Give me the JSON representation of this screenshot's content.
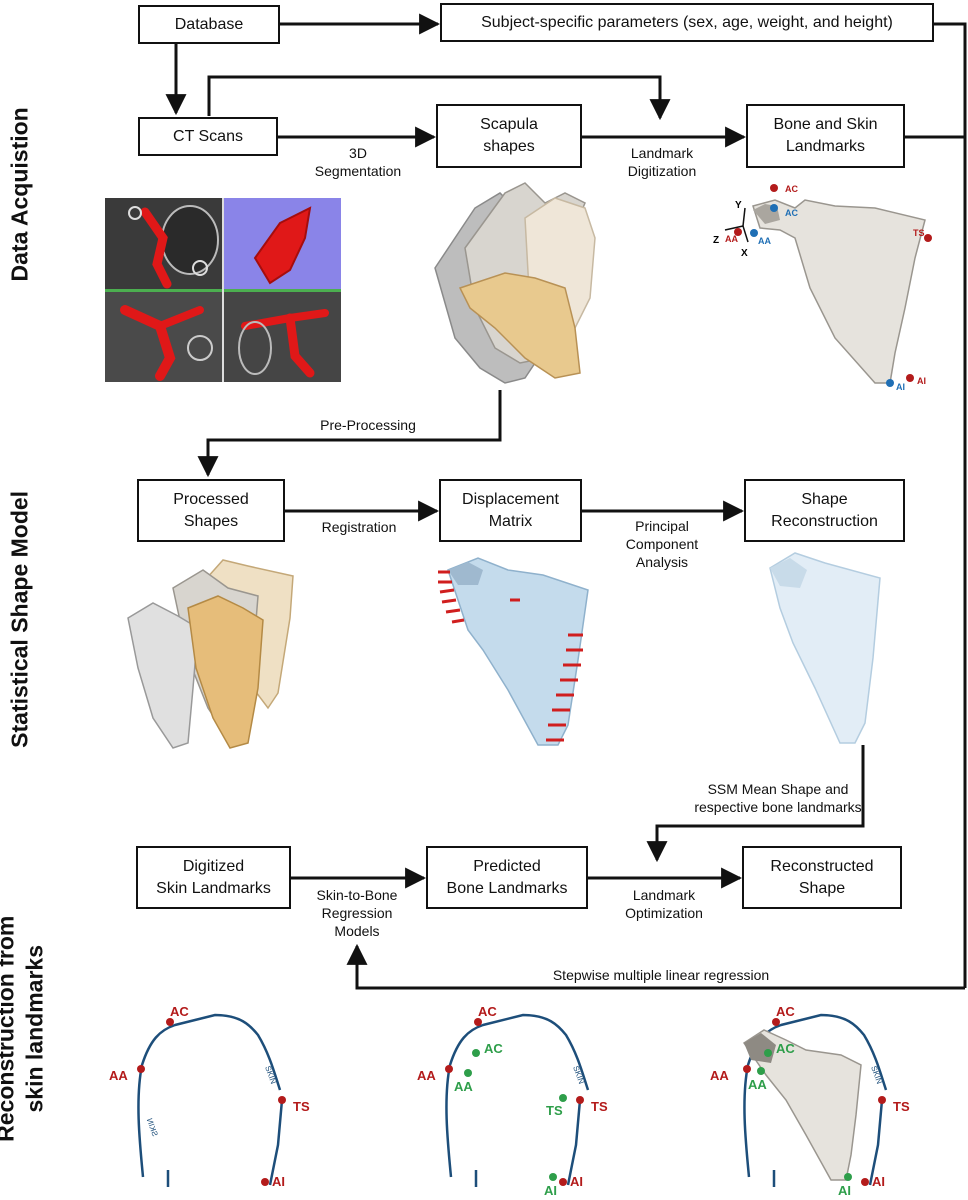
{
  "sections": {
    "data_acquisition": "Data Acquistion",
    "ssm": "Statistical Shape Model",
    "reconstruction": "Reconstruction from\nskin landmarks"
  },
  "nodes": {
    "database": "Database",
    "subject_params": "Subject-specific parameters (sex, age, weight, and height)",
    "ct_scans": "CT Scans",
    "scapula_shapes": "Scapula\nshapes",
    "bone_skin_landmarks": "Bone and Skin\nLandmarks",
    "processed_shapes": "Processed\nShapes",
    "displacement_matrix": "Displacement\nMatrix",
    "shape_reconstruction": "Shape\nReconstruction",
    "digitized_skin": "Digitized\nSkin Landmarks",
    "predicted_bone": "Predicted\nBone Landmarks",
    "reconstructed_shape": "Reconstructed\nShape"
  },
  "edge_labels": {
    "segmentation": "3D\nSegmentation",
    "landmark_digitization": "Landmark\nDigitization",
    "preprocessing": "Pre-Processing",
    "registration": "Registration",
    "pca": "Principal\nComponent\nAnalysis",
    "ssm_mean": "SSM Mean Shape and\nrespective bone landmarks",
    "regression_models": "Skin-to-Bone\nRegression\nModels",
    "landmark_optimization": "Landmark\nOptimization",
    "stepwise": "Stepwise multiple linear regression"
  },
  "landmark_figure": {
    "axes": [
      "Y",
      "Z",
      "X"
    ],
    "skin": [
      "AC",
      "AA",
      "TS",
      "AI"
    ],
    "bone": [
      "AC",
      "AA",
      "AI"
    ]
  },
  "panels": {
    "skin_label": "SKIN",
    "skin_landmarks": [
      "AC",
      "AA",
      "TS",
      "AI"
    ],
    "bone_landmarks": [
      "AC",
      "AA",
      "TS",
      "AI"
    ]
  },
  "colors": {
    "skin_landmark": "#b31b1b",
    "bone_landmark_blue": "#1f6fb5",
    "predicted_landmark": "#2e9e4a",
    "skin_contour": "#1d4e7a",
    "segmentation_red": "#e01818",
    "displacement_red": "#d01e1e",
    "ssm_blue": "#c4dbec"
  },
  "icons": {
    "arrow": "arrowhead",
    "ct": "ct-scan-image",
    "bone": "scapula-render"
  }
}
